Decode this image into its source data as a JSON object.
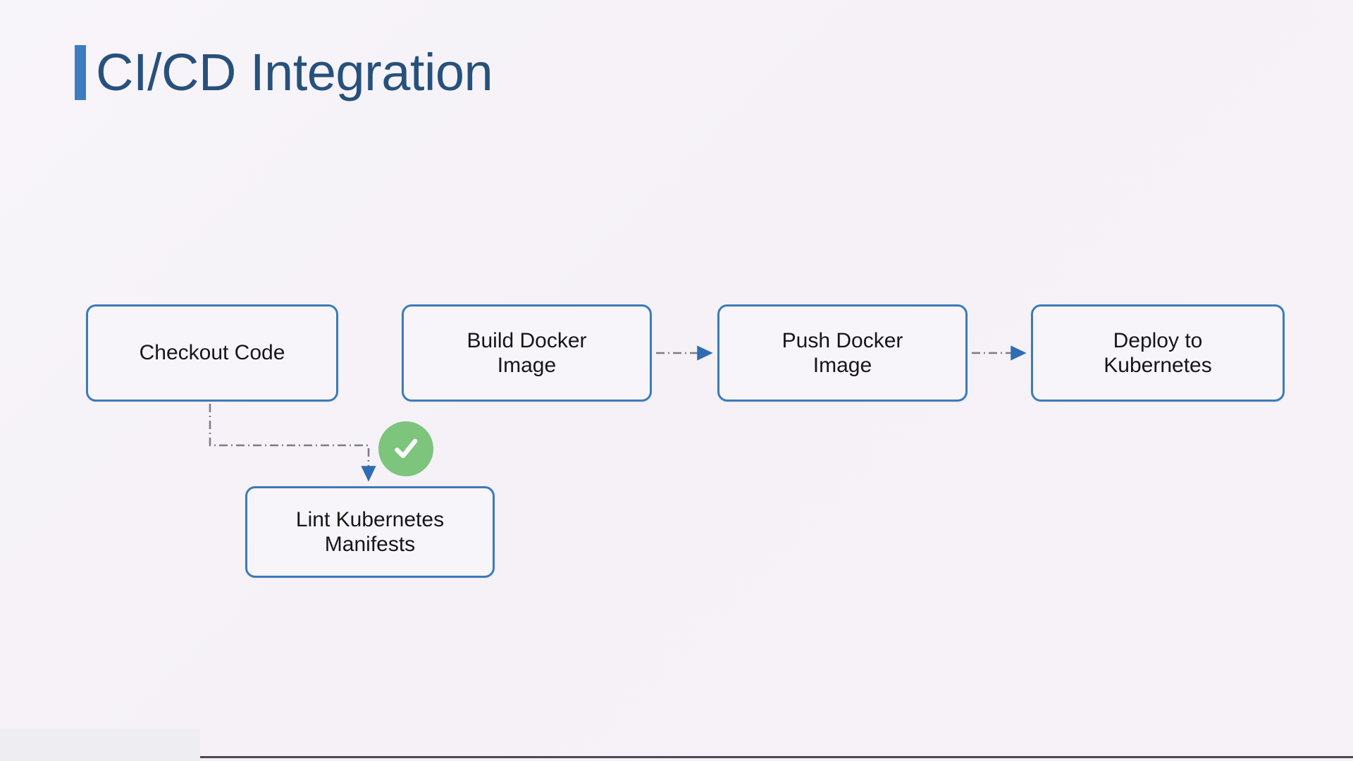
{
  "slide": {
    "title": "CI/CD Integration",
    "background_color": "#f6f2f8",
    "accent_color": "#3d7cc0",
    "title_color": "#27517c"
  },
  "diagram": {
    "type": "flowchart",
    "node_border_color": "#3c7bb8",
    "node_fill_color": "#f8f5fa",
    "connector_color": "#7c7c88",
    "arrowhead_color": "#2e6db4",
    "connector_style": "dash-dot",
    "nodes": [
      {
        "id": "checkout",
        "label": "Checkout Code"
      },
      {
        "id": "build",
        "label": "Build Docker\nImage"
      },
      {
        "id": "push",
        "label": "Push Docker\nImage"
      },
      {
        "id": "deploy",
        "label": "Deploy to\nKubernetes"
      },
      {
        "id": "lint",
        "label": "Lint Kubernetes\nManifests"
      }
    ],
    "edges": [
      {
        "from": "build",
        "to": "push",
        "style": "dash-dot",
        "direction": "right"
      },
      {
        "from": "push",
        "to": "deploy",
        "style": "dash-dot",
        "direction": "right"
      },
      {
        "from": "checkout",
        "to": "lint",
        "style": "dash-dot",
        "direction": "elbow-down-right"
      }
    ],
    "badge": {
      "id": "success-check",
      "icon": "check-circle-icon",
      "color": "#7dc47d",
      "check_color": "#ffffff"
    }
  }
}
